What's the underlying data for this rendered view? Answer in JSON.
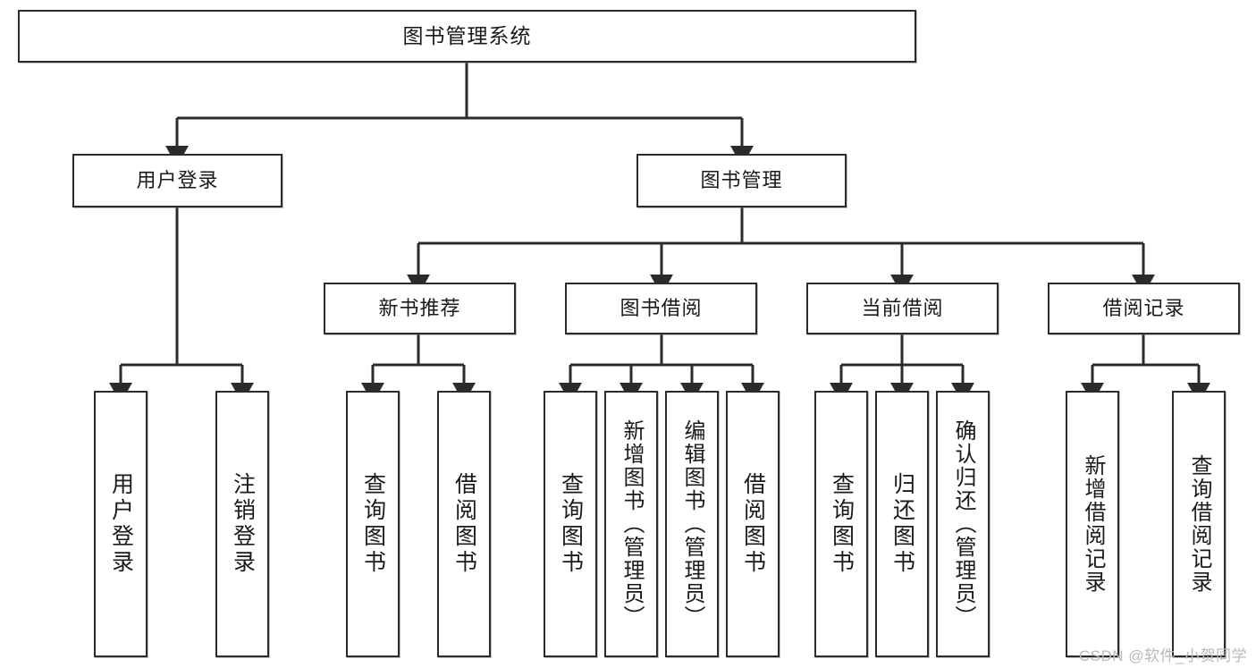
{
  "diagram": {
    "title": "图书管理系统",
    "type": "tree",
    "watermark": "CSDN @软件_小贺同学",
    "colors": {
      "box_border": "#2b2b2b",
      "box_fill": "#ffffff",
      "connector": "#2b2b2b",
      "text": "#1a1a1a",
      "watermark": "#b9b9b9"
    },
    "root": {
      "label": "图书管理系统"
    },
    "level2": [
      {
        "label": "用户登录"
      },
      {
        "label": "图书管理"
      }
    ],
    "level3": [
      {
        "label": "新书推荐"
      },
      {
        "label": "图书借阅"
      },
      {
        "label": "当前借阅"
      },
      {
        "label": "借阅记录"
      }
    ],
    "leaves": [
      {
        "label": "用户登录",
        "parent": "用户登录"
      },
      {
        "label": "注销登录",
        "parent": "用户登录"
      },
      {
        "label": "查询图书",
        "parent": "新书推荐"
      },
      {
        "label": "借阅图书",
        "parent": "新书推荐"
      },
      {
        "label": "查询图书",
        "parent": "图书借阅"
      },
      {
        "label": "新增图书（管理员）",
        "parent": "图书借阅"
      },
      {
        "label": "编辑图书（管理员）",
        "parent": "图书借阅"
      },
      {
        "label": "借阅图书",
        "parent": "图书借阅"
      },
      {
        "label": "查询图书",
        "parent": "当前借阅"
      },
      {
        "label": "归还图书",
        "parent": "当前借阅"
      },
      {
        "label": "确认归还（管理员）",
        "parent": "当前借阅"
      },
      {
        "label": "新增借阅记录",
        "parent": "借阅记录"
      },
      {
        "label": "查询借阅记录",
        "parent": "借阅记录"
      }
    ]
  }
}
